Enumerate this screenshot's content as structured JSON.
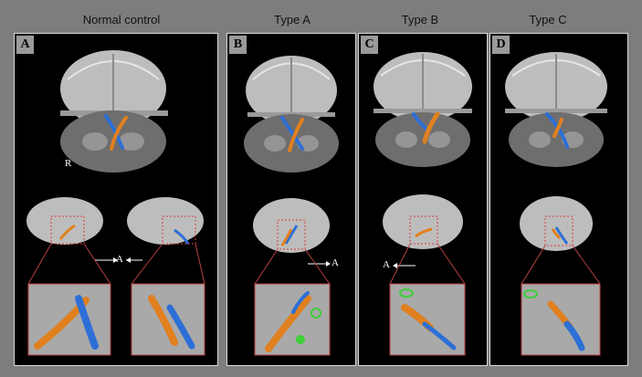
{
  "column_titles": [
    "Normal control",
    "Type A",
    "Type B",
    "Type C"
  ],
  "panels": [
    {
      "label": "A"
    },
    {
      "label": "B"
    },
    {
      "label": "C"
    },
    {
      "label": "D"
    }
  ],
  "annotations": {
    "side_marker": "R",
    "anterior_marker": "A"
  },
  "colors": {
    "background": "#7d7d7d",
    "panel": "#000000",
    "vessel_orange": "#e0801f",
    "vessel_blue": "#2d6fd6",
    "vessel_green": "#3ecf3a",
    "roi_box": "#d93a3a",
    "brain": "#c8c8c8"
  }
}
